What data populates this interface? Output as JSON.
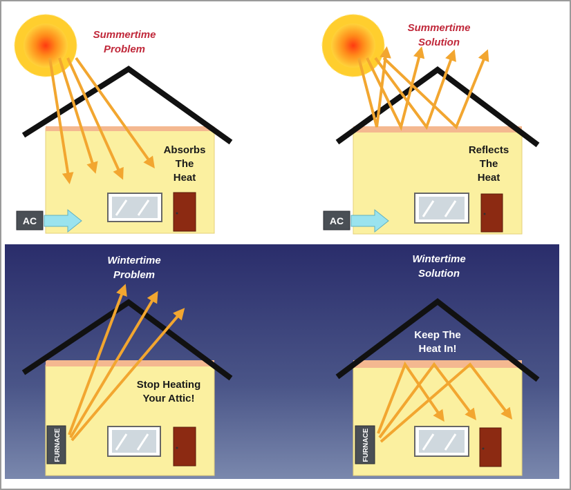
{
  "panels": {
    "summer_problem": {
      "title_line1": "Summertime",
      "title_line2": "Problem",
      "caption_line1": "Absorbs",
      "caption_line2": "The",
      "caption_line3": "Heat",
      "unit_label": "AC"
    },
    "summer_solution": {
      "title_line1": "Summertime",
      "title_line2": "Solution",
      "caption_line1": "Reflects",
      "caption_line2": "The",
      "caption_line3": "Heat",
      "unit_label": "AC"
    },
    "winter_problem": {
      "title_line1": "Wintertime",
      "title_line2": "Problem",
      "caption_line1": "Stop Heating",
      "caption_line2": "Your Attic!",
      "unit_label": "FURNACE"
    },
    "winter_solution": {
      "title_line1": "Wintertime",
      "title_line2": "Solution",
      "caption_line1": "Keep The",
      "caption_line2": "Heat In!",
      "unit_label": "FURNACE"
    }
  },
  "colors": {
    "title_red": "#c0283a",
    "night_sky": "#2c2f6e",
    "house_wall": "#fbf0a0",
    "arrow_orange": "#f2a630",
    "ac_arrow": "#9ae3ee",
    "door": "#8c2a12"
  }
}
